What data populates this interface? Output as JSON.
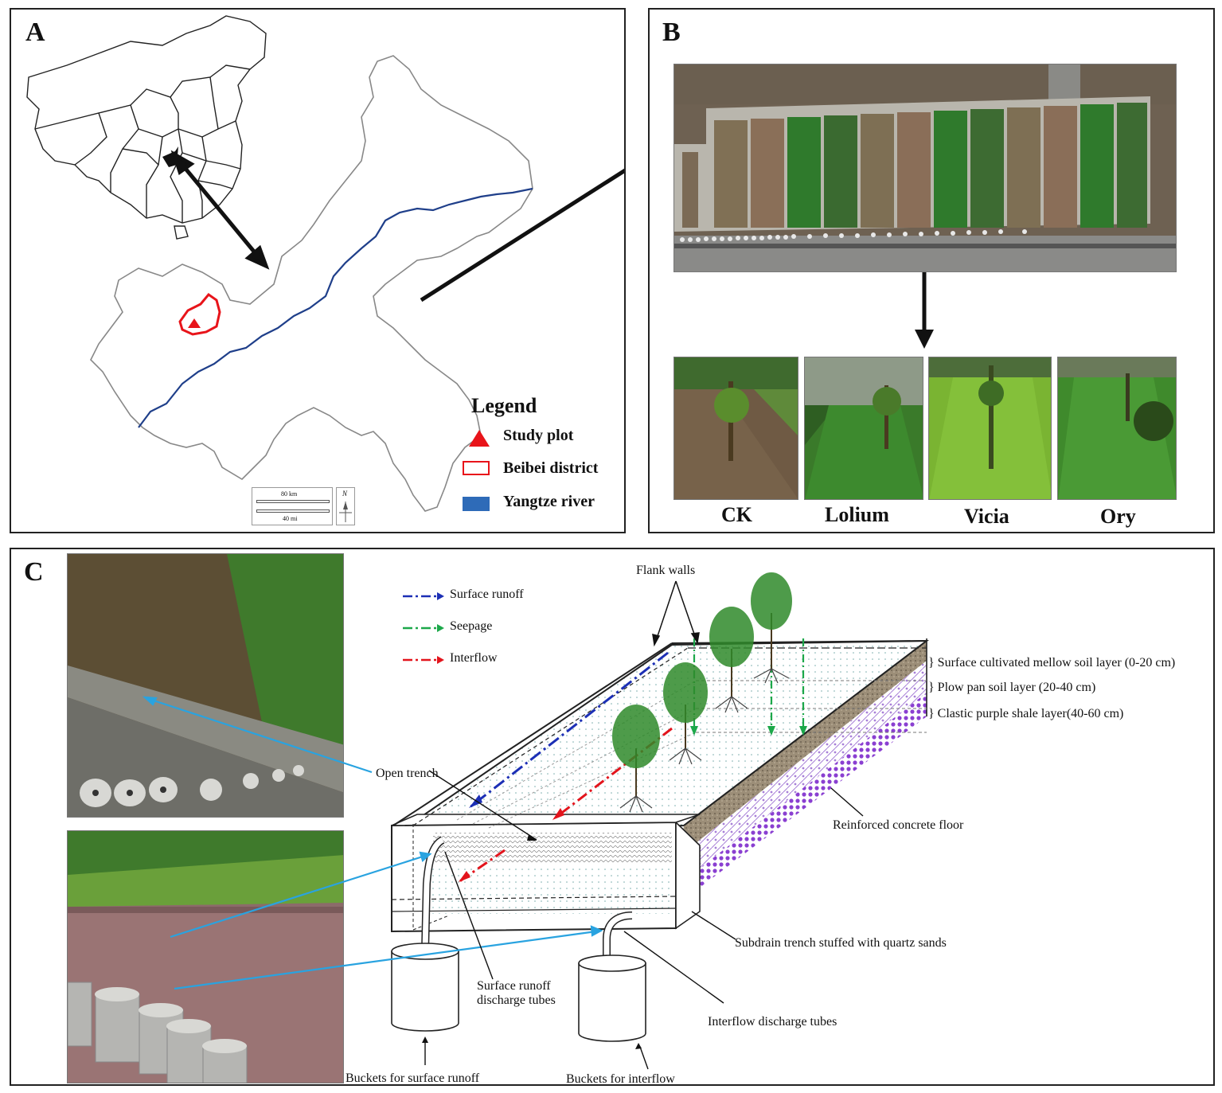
{
  "panel_a": {
    "label": "A",
    "legend": {
      "title": "Legend",
      "items": [
        {
          "label": "Study plot",
          "color": "#e8141a"
        },
        {
          "label": "Beibei district",
          "color": "#e8141a"
        },
        {
          "label": "Yangtze river",
          "color": "#2e6bb8"
        }
      ]
    },
    "scale_bar": {
      "km_label": "80 km",
      "mi_label": "40 mi",
      "north_label": "N"
    }
  },
  "panel_b": {
    "label": "B",
    "photos": [
      {
        "label": "CK"
      },
      {
        "label": "Lolium"
      },
      {
        "label": "Vicia"
      },
      {
        "label": "Ory"
      }
    ]
  },
  "panel_c": {
    "label": "C",
    "flow_legend": [
      {
        "label": "Surface runoff",
        "color": "#1c2fb5"
      },
      {
        "label": "Seepage",
        "color": "#1ca84a"
      },
      {
        "label": "Interflow",
        "color": "#e3141c"
      }
    ],
    "annotations": {
      "flank_walls": "Flank walls",
      "layer1": "} Surface cultivated mellow soil layer (0-20 cm)",
      "layer2": "} Plow pan soil layer (20-40 cm)",
      "layer3": "} Clastic purple shale layer(40-60 cm)",
      "open_trench": "Open trench",
      "concrete_floor": "Reinforced concrete floor",
      "subdrain": "Subdrain trench stuffed with quartz sands",
      "runoff_tubes_1": "Surface runoff",
      "runoff_tubes_2": "discharge tubes",
      "interflow_tubes": "Interflow discharge tubes",
      "buckets_runoff": "Buckets for surface runoff",
      "buckets_interflow": "Buckets for interflow"
    },
    "colors": {
      "pointer": "#29a3e0",
      "purple_shale": "#8a3fd1"
    }
  }
}
